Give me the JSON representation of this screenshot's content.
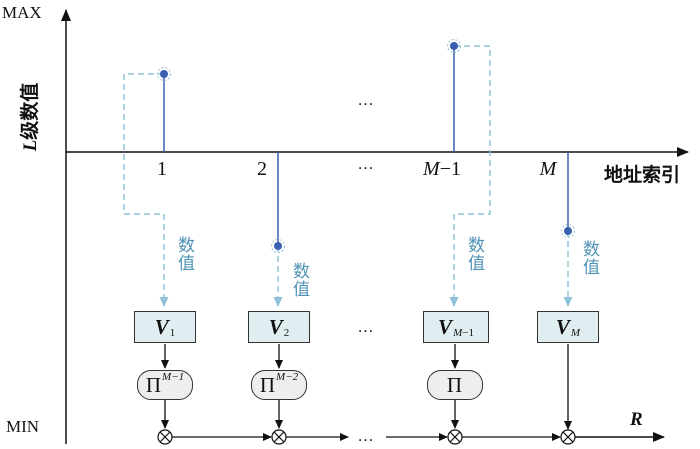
{
  "axis": {
    "y_max": "MAX",
    "y_min": "MIN",
    "y_label_italic": "L",
    "y_label_rest": "级数值",
    "x_label": "地址索引"
  },
  "ticks": {
    "t1": "1",
    "t2": "2",
    "t3": "…",
    "tM1_italic": "M",
    "tM1_rest": "−1",
    "tM": "M"
  },
  "ellipsis": "…",
  "value_label": "数值",
  "vboxes": [
    {
      "base": "V",
      "sub": "1",
      "sub_italic": ""
    },
    {
      "base": "V",
      "sub": "2",
      "sub_italic": ""
    },
    {
      "base": "V",
      "sub": "−1",
      "sub_italic": "M"
    },
    {
      "base": "V",
      "sub": "",
      "sub_italic": "M"
    }
  ],
  "piboxes": [
    {
      "base": "Π",
      "sup": "M−1"
    },
    {
      "base": "Π",
      "sup": "M−2"
    },
    {
      "base": "Π",
      "sup": ""
    }
  ],
  "output_label": "R",
  "colors": {
    "stem": "#3a5fb0",
    "dashed": "#8fc1d8",
    "dot": "#3a5fb0",
    "value_text": "#4e92b5",
    "vbox_fill": "#e1eef1",
    "pibox_fill": "#eeeeee"
  }
}
